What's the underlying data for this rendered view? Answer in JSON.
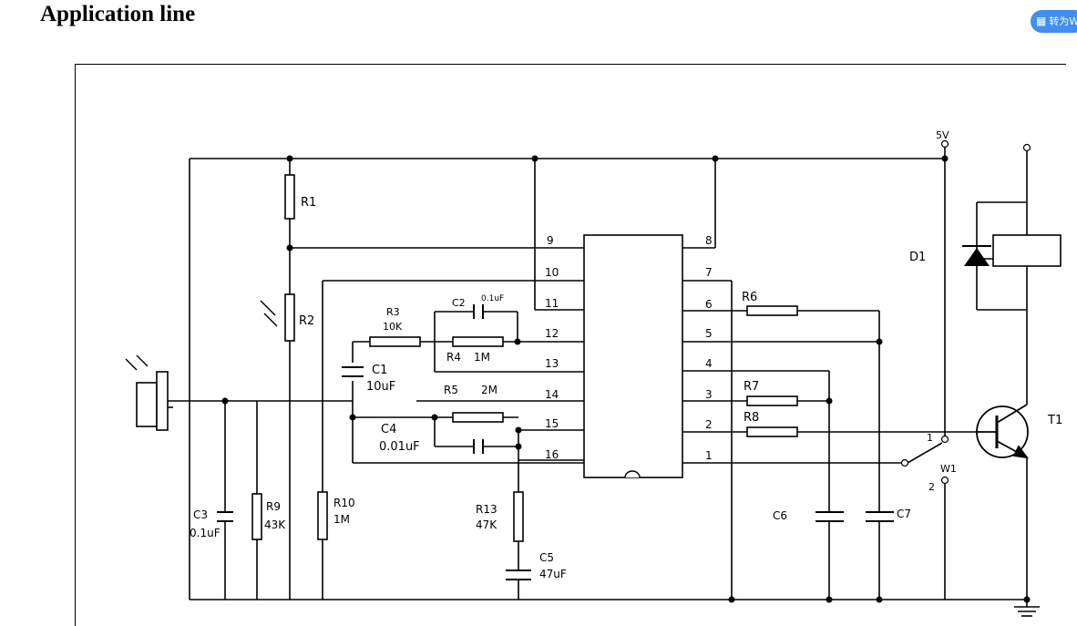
{
  "page": {
    "title": "Application line",
    "translate_button": "转为W"
  },
  "diagram": {
    "components": {
      "R1": "R1",
      "R2": "R2",
      "R3": "R3",
      "R3_value": "10K",
      "C2": "C2",
      "C2_value": "0.1uF",
      "R4": "R4",
      "R4_value": "1M",
      "C1": "C1",
      "C1_value": "10uF",
      "R5": "R5",
      "R5_value": "2M",
      "C4": "C4",
      "C4_value": "0.01uF",
      "C3": "C3",
      "C3_value": "0.1uF",
      "R9": "R9",
      "R9_value": "43K",
      "R10": "R10",
      "R10_value": "1M",
      "R13": "R13",
      "R13_value": "47K",
      "C5": "C5",
      "C5_value": "47uF",
      "R6": "R6",
      "R7": "R7",
      "R8": "R8",
      "C6": "C6",
      "C7": "C7",
      "D1": "D1",
      "T1": "T1",
      "W1": "W1",
      "supply": "5V"
    },
    "ic_pins_left": [
      "9",
      "10",
      "11",
      "12",
      "13",
      "14",
      "15",
      "16"
    ],
    "ic_pins_right": [
      "8",
      "7",
      "6",
      "5",
      "4",
      "3",
      "2",
      "1"
    ],
    "switch_pins": [
      "1",
      "2"
    ]
  }
}
